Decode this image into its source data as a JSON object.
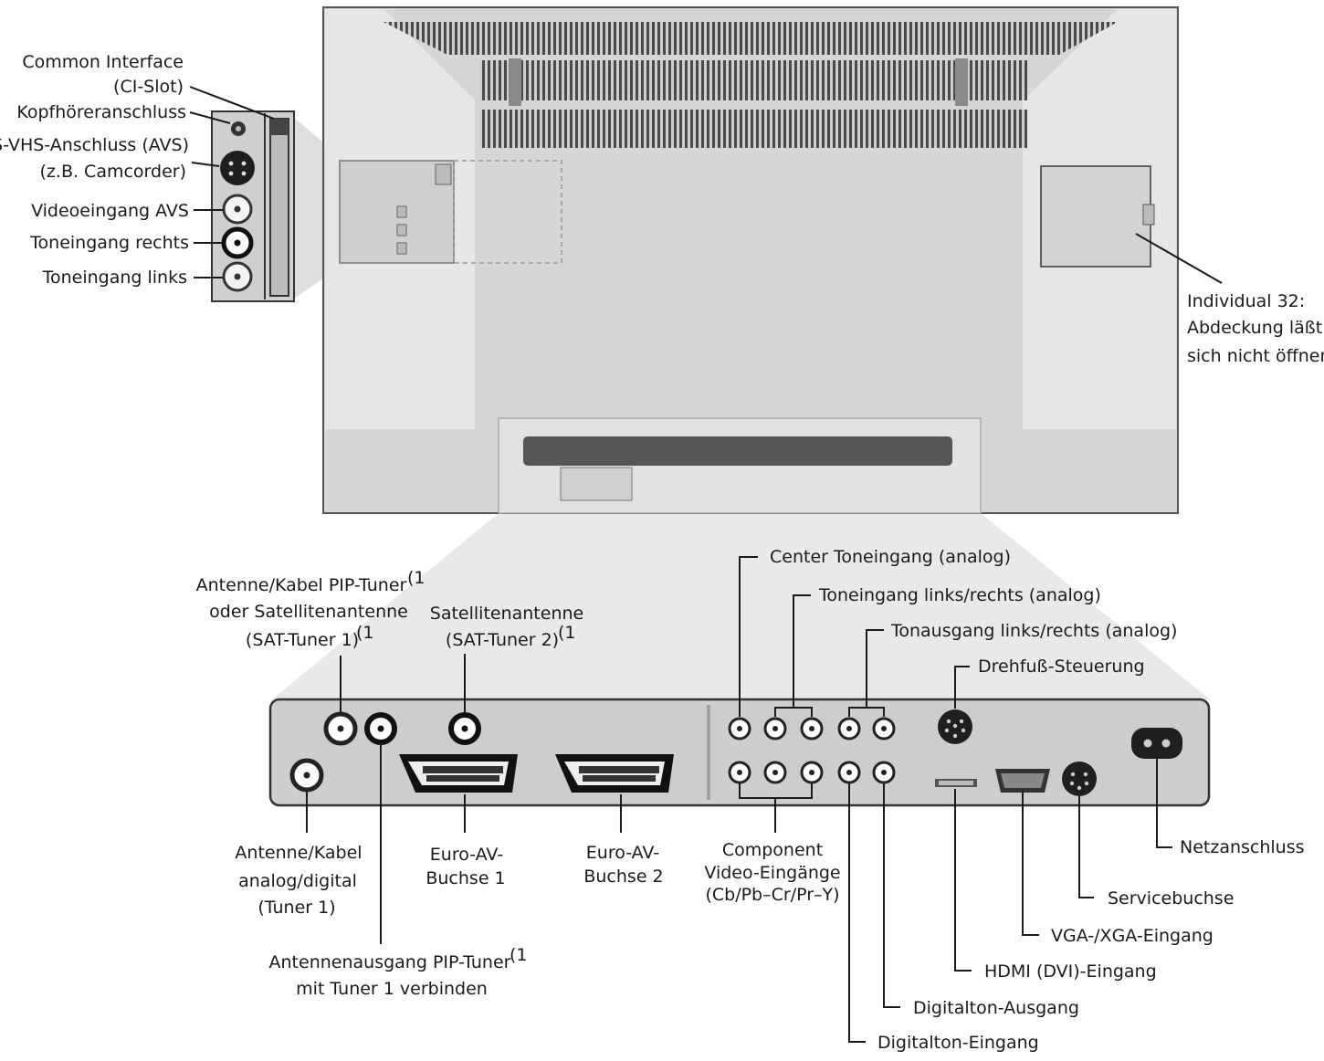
{
  "side_panel_labels": {
    "ci_line1": "Common Interface",
    "ci_line2": "(CI-Slot)",
    "headphone": "Kopfhöreranschluss",
    "svhs_line1": "S-VHS-Anschluss (AVS)",
    "svhs_line2": "(z.B. Camcorder)",
    "video_avs": "Videoeingang AVS",
    "audio_right": "Toneingang rechts",
    "audio_left": "Toneingang links"
  },
  "cover_note": {
    "line1": "Individual 32:",
    "line2": "Abdeckung läßt",
    "line3": "sich nicht öffnen"
  },
  "bottom_labels": {
    "pip_line1": "Antenne/Kabel PIP-Tuner",
    "pip_line2": "oder Satellitenantenne",
    "pip_line3": "(SAT-Tuner 1)",
    "sat2_line1": "Satellitenantenne",
    "sat2_line2": "(SAT-Tuner 2)",
    "footnote_mark": "(1",
    "center_audio": "Center Toneingang (analog)",
    "audio_in_lr": "Toneingang links/rechts (analog)",
    "audio_out_lr": "Tonausgang links/rechts (analog)",
    "swivel": "Drehfuß-Steuerung",
    "ant_line1": "Antenne/Kabel",
    "ant_line2": "analog/digital",
    "ant_line3": "(Tuner 1)",
    "euro1_line1": "Euro-AV-",
    "euro1_line2": "Buchse 1",
    "euro2_line1": "Euro-AV-",
    "euro2_line2": "Buchse 2",
    "comp_line1": "Component",
    "comp_line2": "Video-Eingänge",
    "comp_line3": "(Cb/Pb–Cr/Pr–Y)",
    "pipout_line1": "Antennenausgang PIP-Tuner",
    "pipout_line2": "mit Tuner 1 verbinden",
    "power": "Netzanschluss",
    "service": "Servicebuchse",
    "vga": "VGA-/XGA-Eingang",
    "hdmi": "HDMI (DVI)-Eingang",
    "digi_out": "Digitalton-Ausgang",
    "digi_in": "Digitalton-Eingang"
  }
}
